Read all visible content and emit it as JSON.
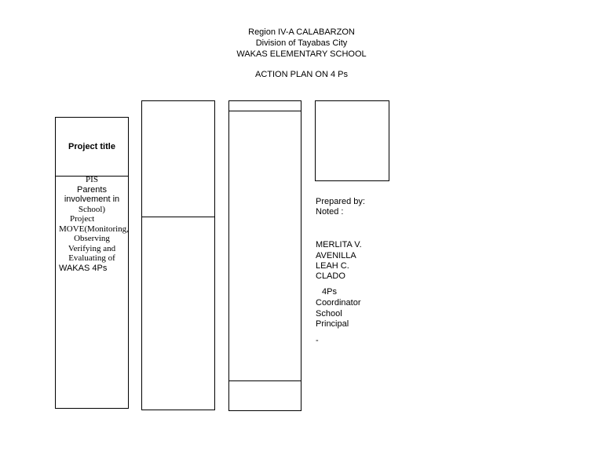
{
  "header": {
    "region": "Region IV-A CALABARZON",
    "division": "Division of Tayabas  City",
    "school": "WAKAS ELEMENTARY SCHOOL",
    "plan": "ACTION PLAN ON 4 Ps"
  },
  "table": {
    "project_title_label": "Project title",
    "project_lines": [
      "PIS",
      "Parents",
      "involvement in",
      "School)",
      "Project",
      "MOVE(Monitoring,",
      "Observing",
      "Verifying and",
      "Evaluating of",
      "WAKAS 4Ps"
    ]
  },
  "side": {
    "prepared_by": "Prepared by:",
    "noted": "Noted :",
    "names": [
      "MERLITA V.",
      "AVENILLA",
      "LEAH C.",
      "CLADO"
    ],
    "roles": [
      "4Ps",
      "Coordinator",
      "School",
      "Principal"
    ],
    "dash": "-"
  }
}
